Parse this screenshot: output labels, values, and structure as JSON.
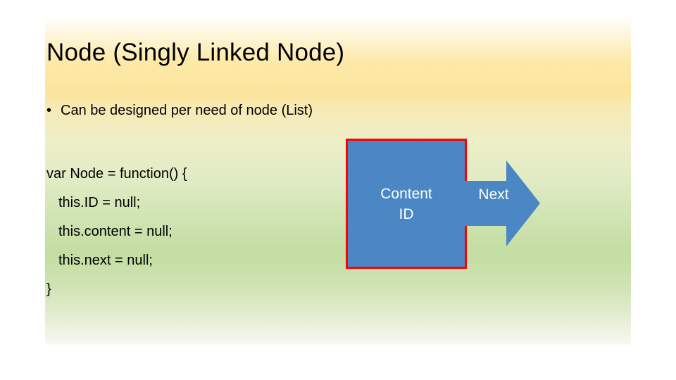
{
  "slide": {
    "title": "Node (Singly Linked Node)",
    "bullet": {
      "marker": "•",
      "text": "Can be designed per need of node (List)"
    },
    "code_lines": [
      "var Node = function() {",
      "this.ID = null;",
      "this.content = null;",
      "this.next = null;",
      "}"
    ],
    "diagram": {
      "box_label_line1": "Content",
      "box_label_line2": "ID",
      "arrow_label": "Next",
      "colors": {
        "box_fill": "#4a87c4",
        "box_border": "#ff0000",
        "arrow_fill": "#4a87c4",
        "label_text": "#ffffff"
      }
    }
  }
}
